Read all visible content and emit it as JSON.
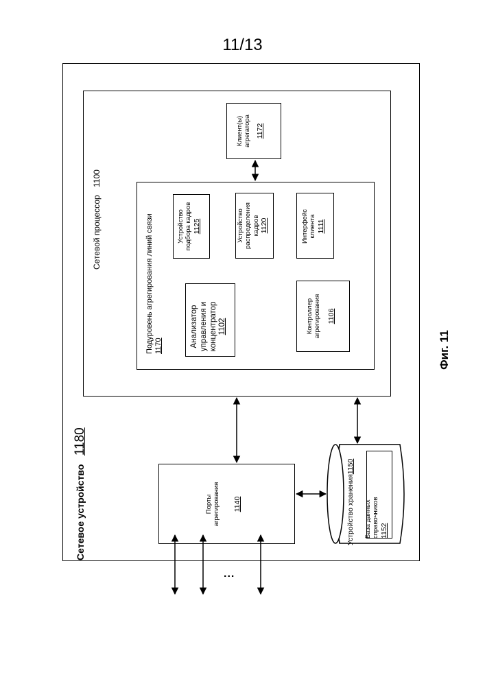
{
  "page_number": "11/13",
  "figure_label": "Фиг. 11",
  "device": {
    "label": "Сетевое устройство",
    "ref": "1180"
  },
  "processor": {
    "label": "Сетевой процессор",
    "ref": "1100"
  },
  "sublayer": {
    "label": "Подуровень агрегирования линий связи",
    "ref": "1170"
  },
  "control_analyzer": {
    "label": "Анализатор\nуправления и\nконцентратор",
    "ref": "1102"
  },
  "frame_selector": {
    "label": "Устройство\nподбора кадров",
    "ref": "1125"
  },
  "frame_distributor": {
    "label": "Устройство\nраспределения\nкадров",
    "ref": "1120"
  },
  "client_interface": {
    "label": "Интерфейс\nклиента",
    "ref": "1111"
  },
  "aggregation_controller": {
    "label": "Контроллер\nагрегирования",
    "ref": "1106"
  },
  "aggregator_clients": {
    "label": "Клиент(ы)\nагрегатора",
    "ref": "1172"
  },
  "aggregation_ports": {
    "label": "Порты\nагрегирования",
    "ref": "1140"
  },
  "storage": {
    "label": "Устройство хранения",
    "ref": "1150"
  },
  "reference_db": {
    "label": "База данных\nсправочников",
    "ref": "1152"
  },
  "ellipsis": "..."
}
